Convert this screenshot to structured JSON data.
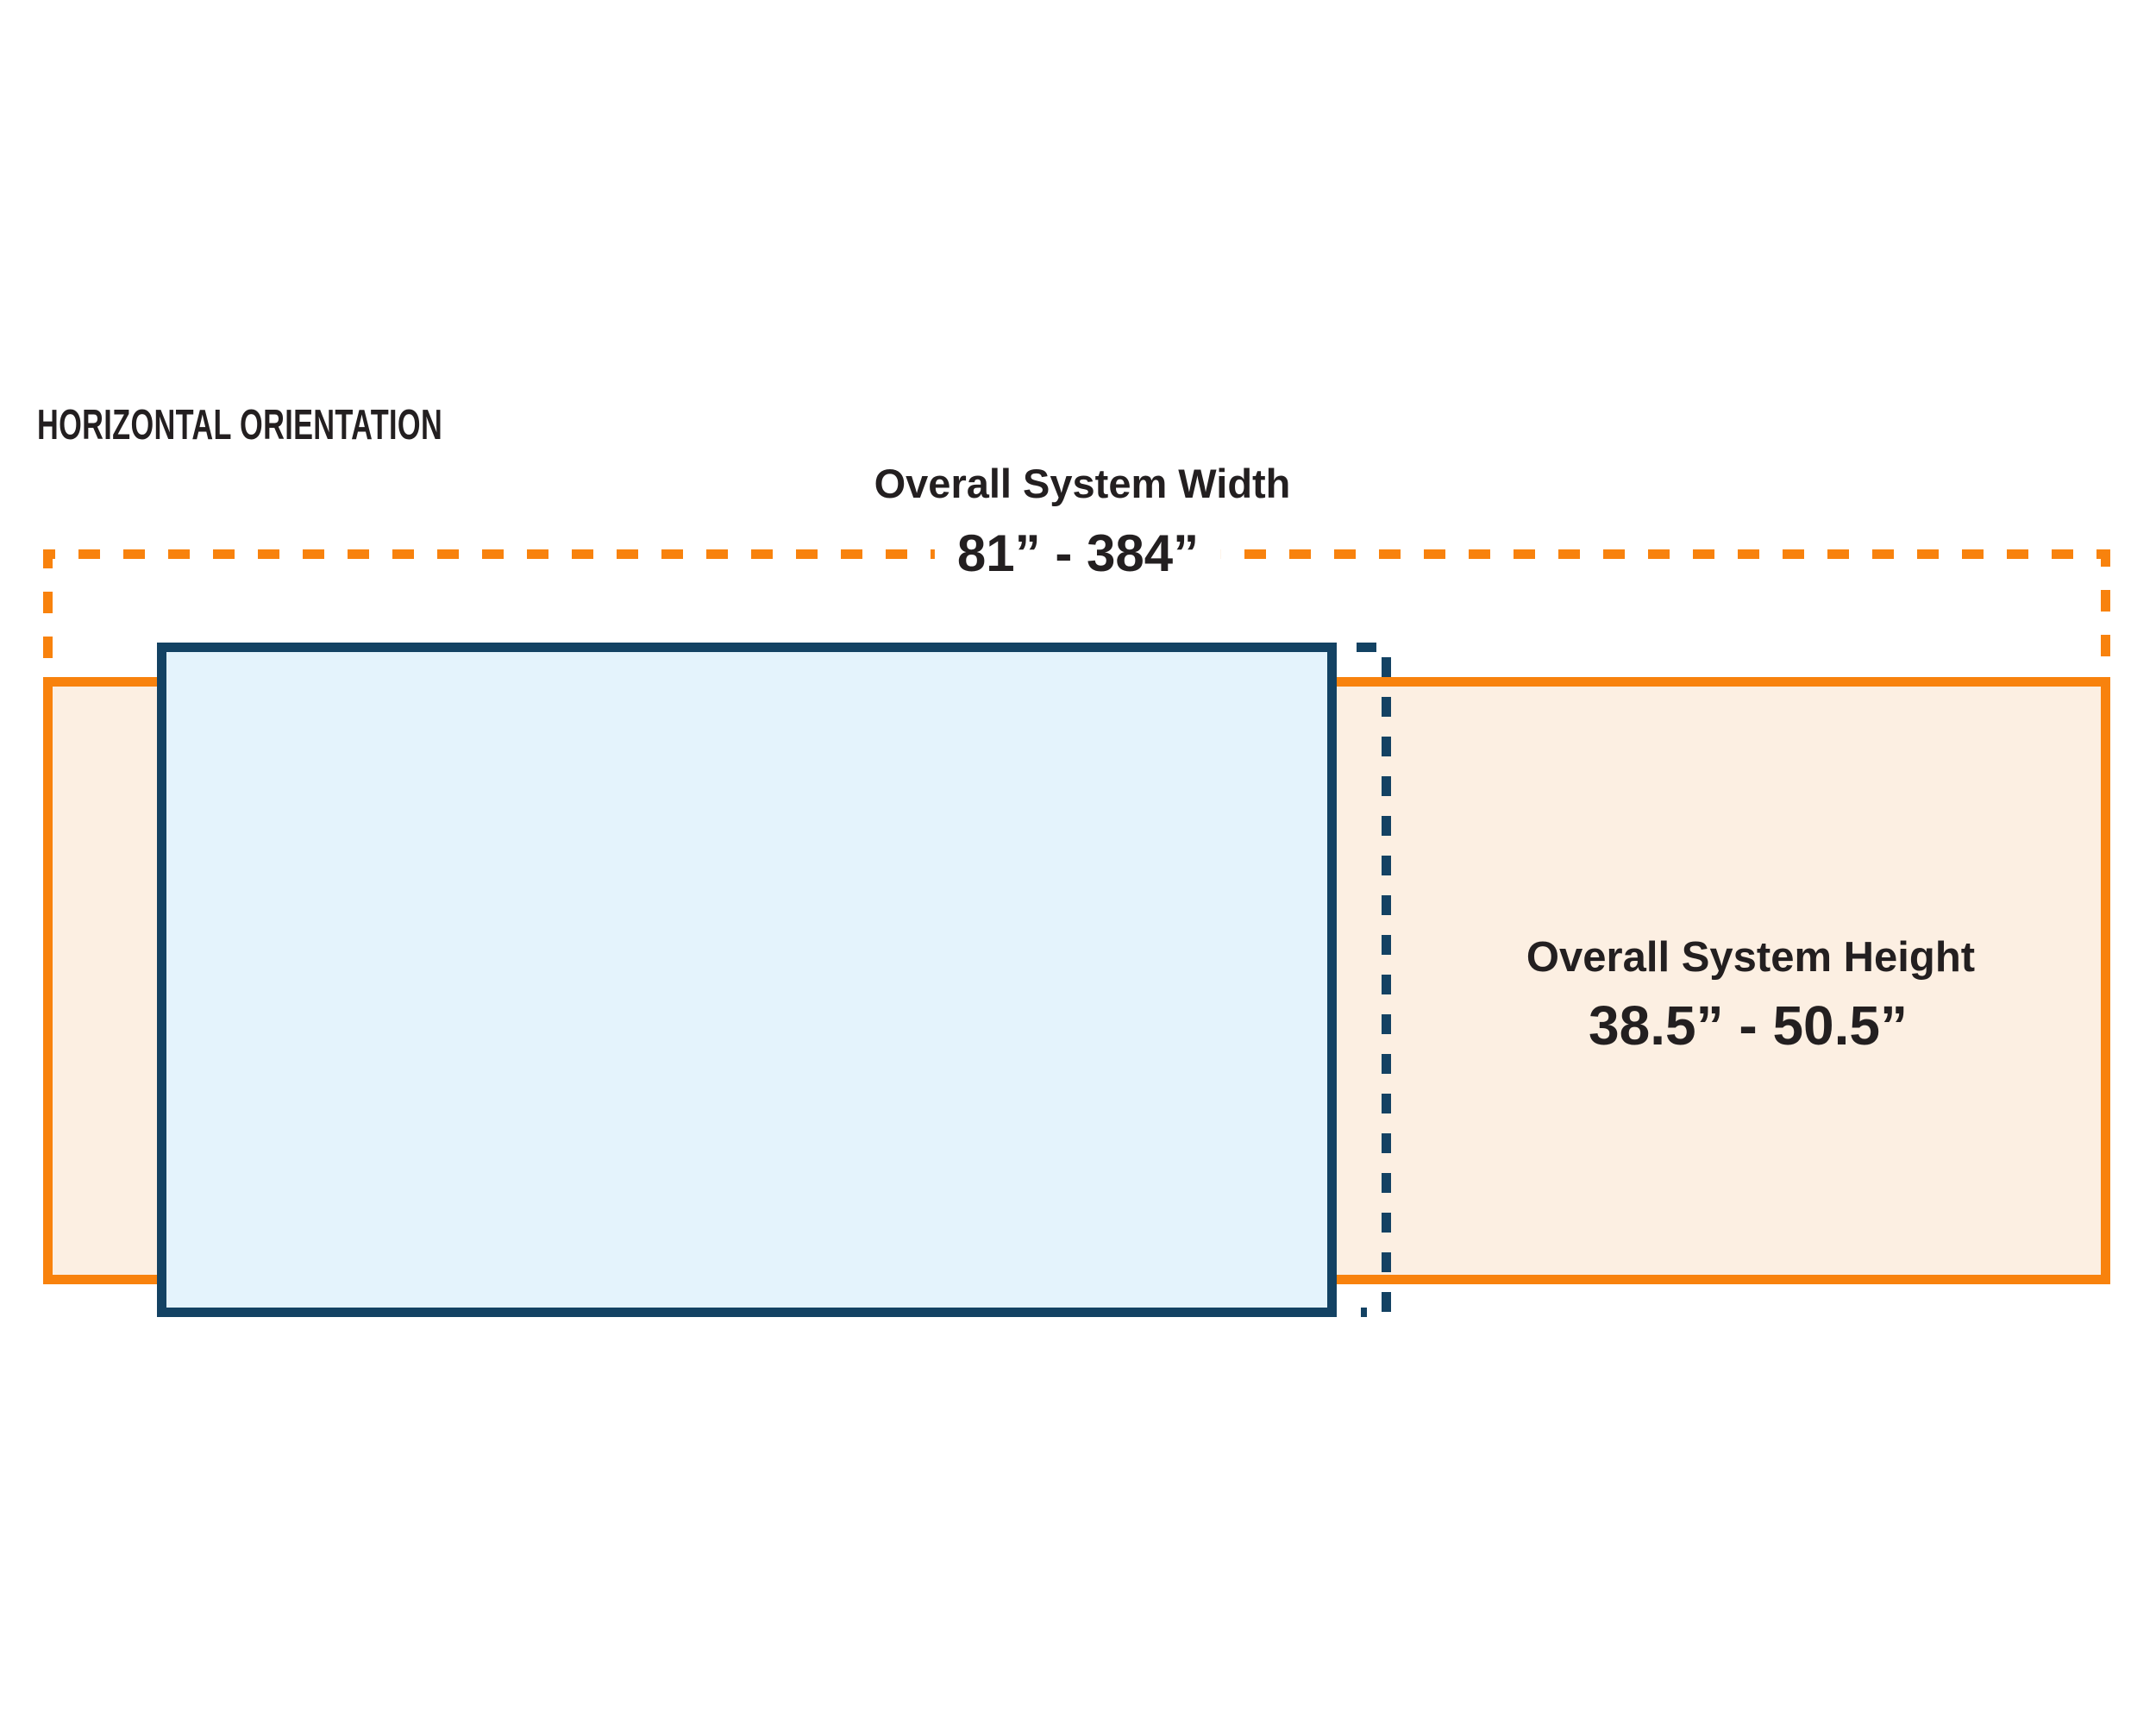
{
  "title": "HORIZONTAL ORIENTATION",
  "dimensions": {
    "width": {
      "label": "Overall System Width",
      "value": "81” - 384”"
    },
    "height": {
      "label": "Overall System Height",
      "value": "38.5” - 50.5”"
    }
  },
  "legend": {
    "dashed_orange": "overall-system-width-extent",
    "solid_orange_rect": "overall-system-area",
    "solid_navy_rect": "screen-panel-area",
    "dashed_navy": "screen-panel-extension-extent"
  },
  "colors": {
    "background": "#FFFFFF",
    "text": "#231F20",
    "orange": "#F8820D",
    "peach": "#FCEFE2",
    "navy": "#134263",
    "light_blue": "#E4F3FC"
  }
}
